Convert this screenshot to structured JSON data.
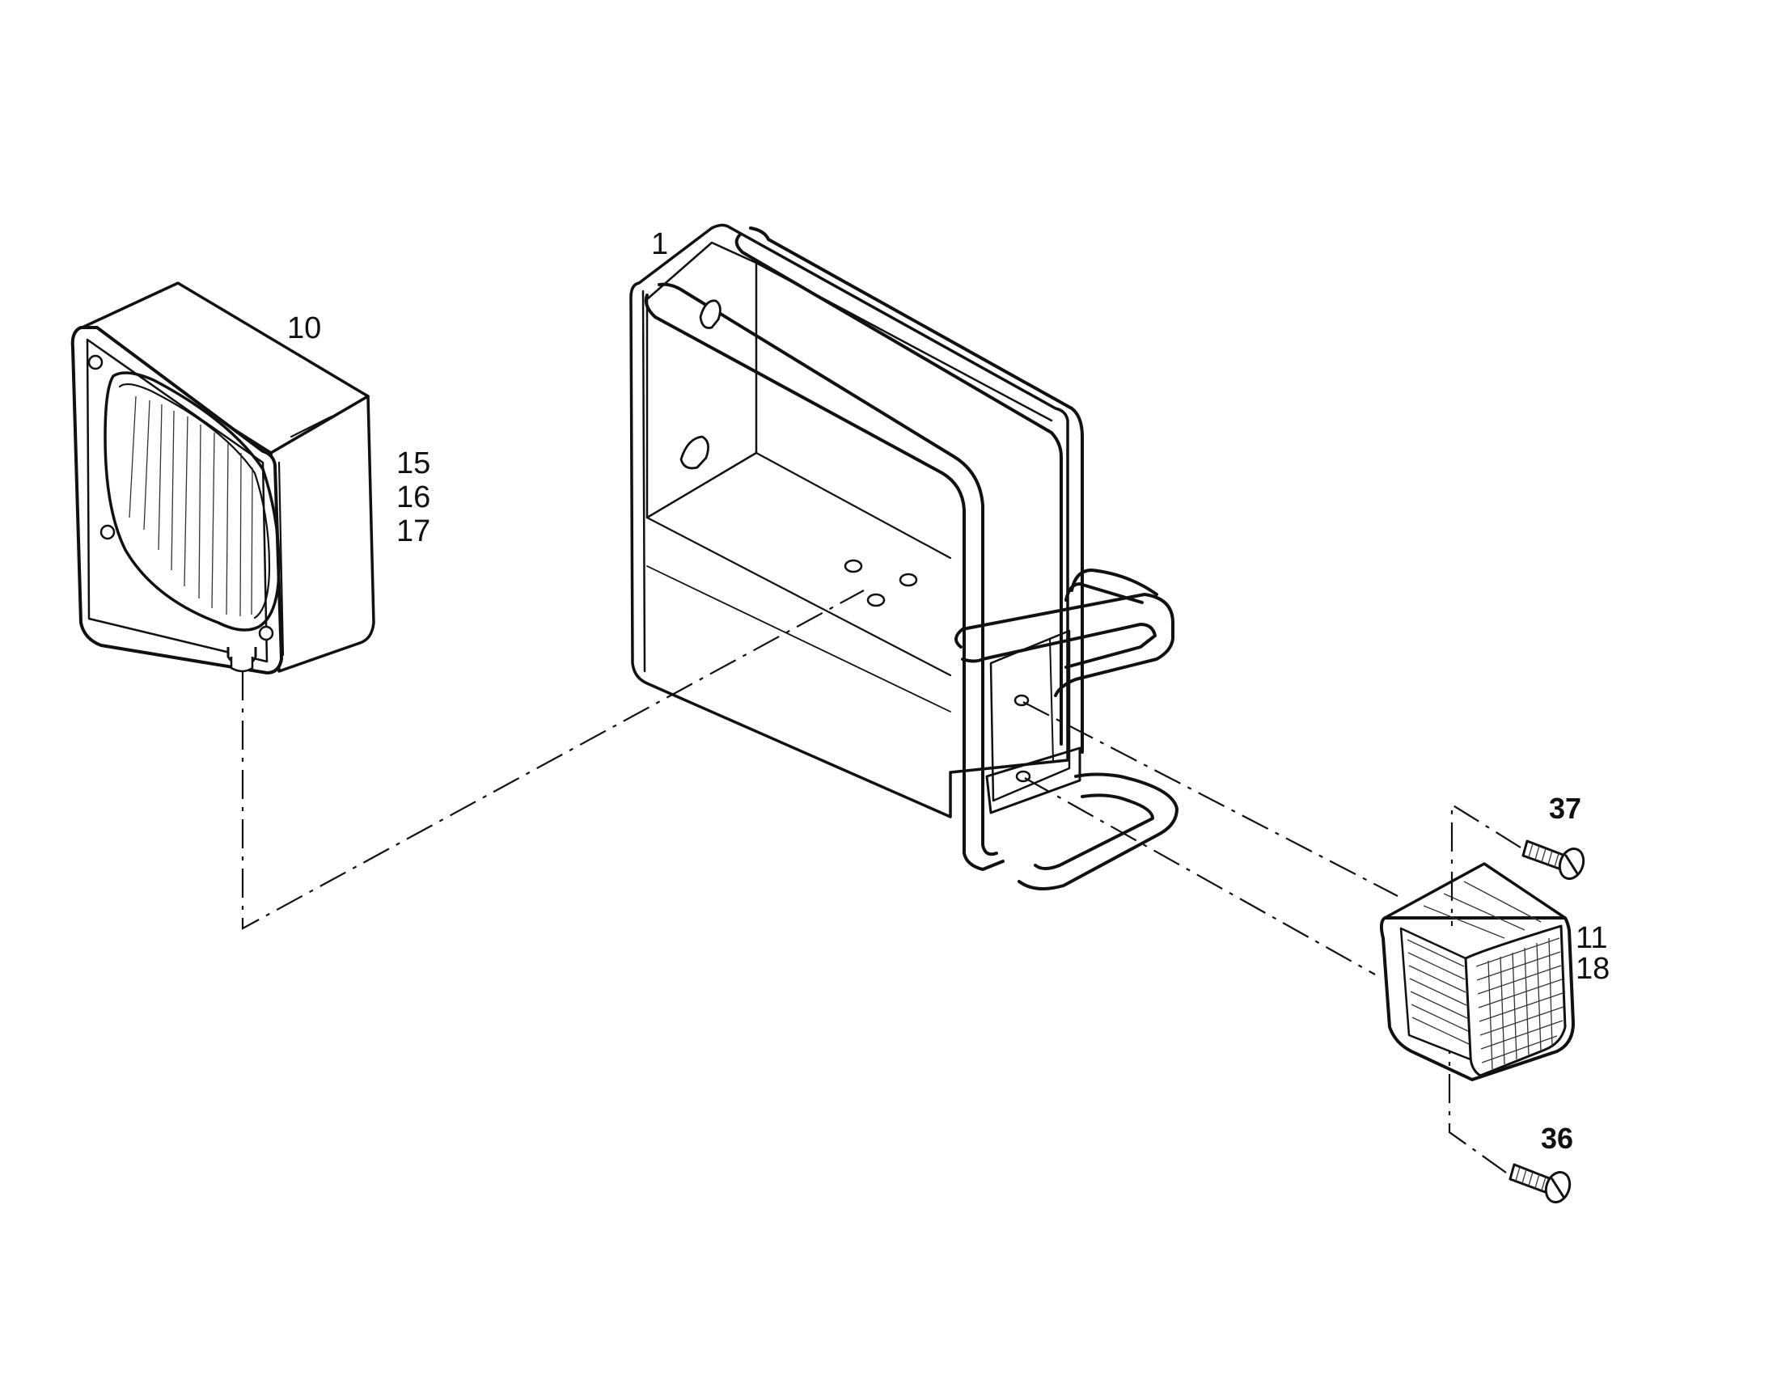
{
  "labels": {
    "bracket": "1",
    "work_lamp": "10",
    "work_lamp_parts": [
      "15",
      "16",
      "17"
    ],
    "indicator_lamp_parts": [
      "11",
      "18"
    ],
    "screw_top": "37",
    "screw_bottom": "36"
  },
  "colors": {
    "ink": "#111111",
    "paper": "#ffffff"
  }
}
